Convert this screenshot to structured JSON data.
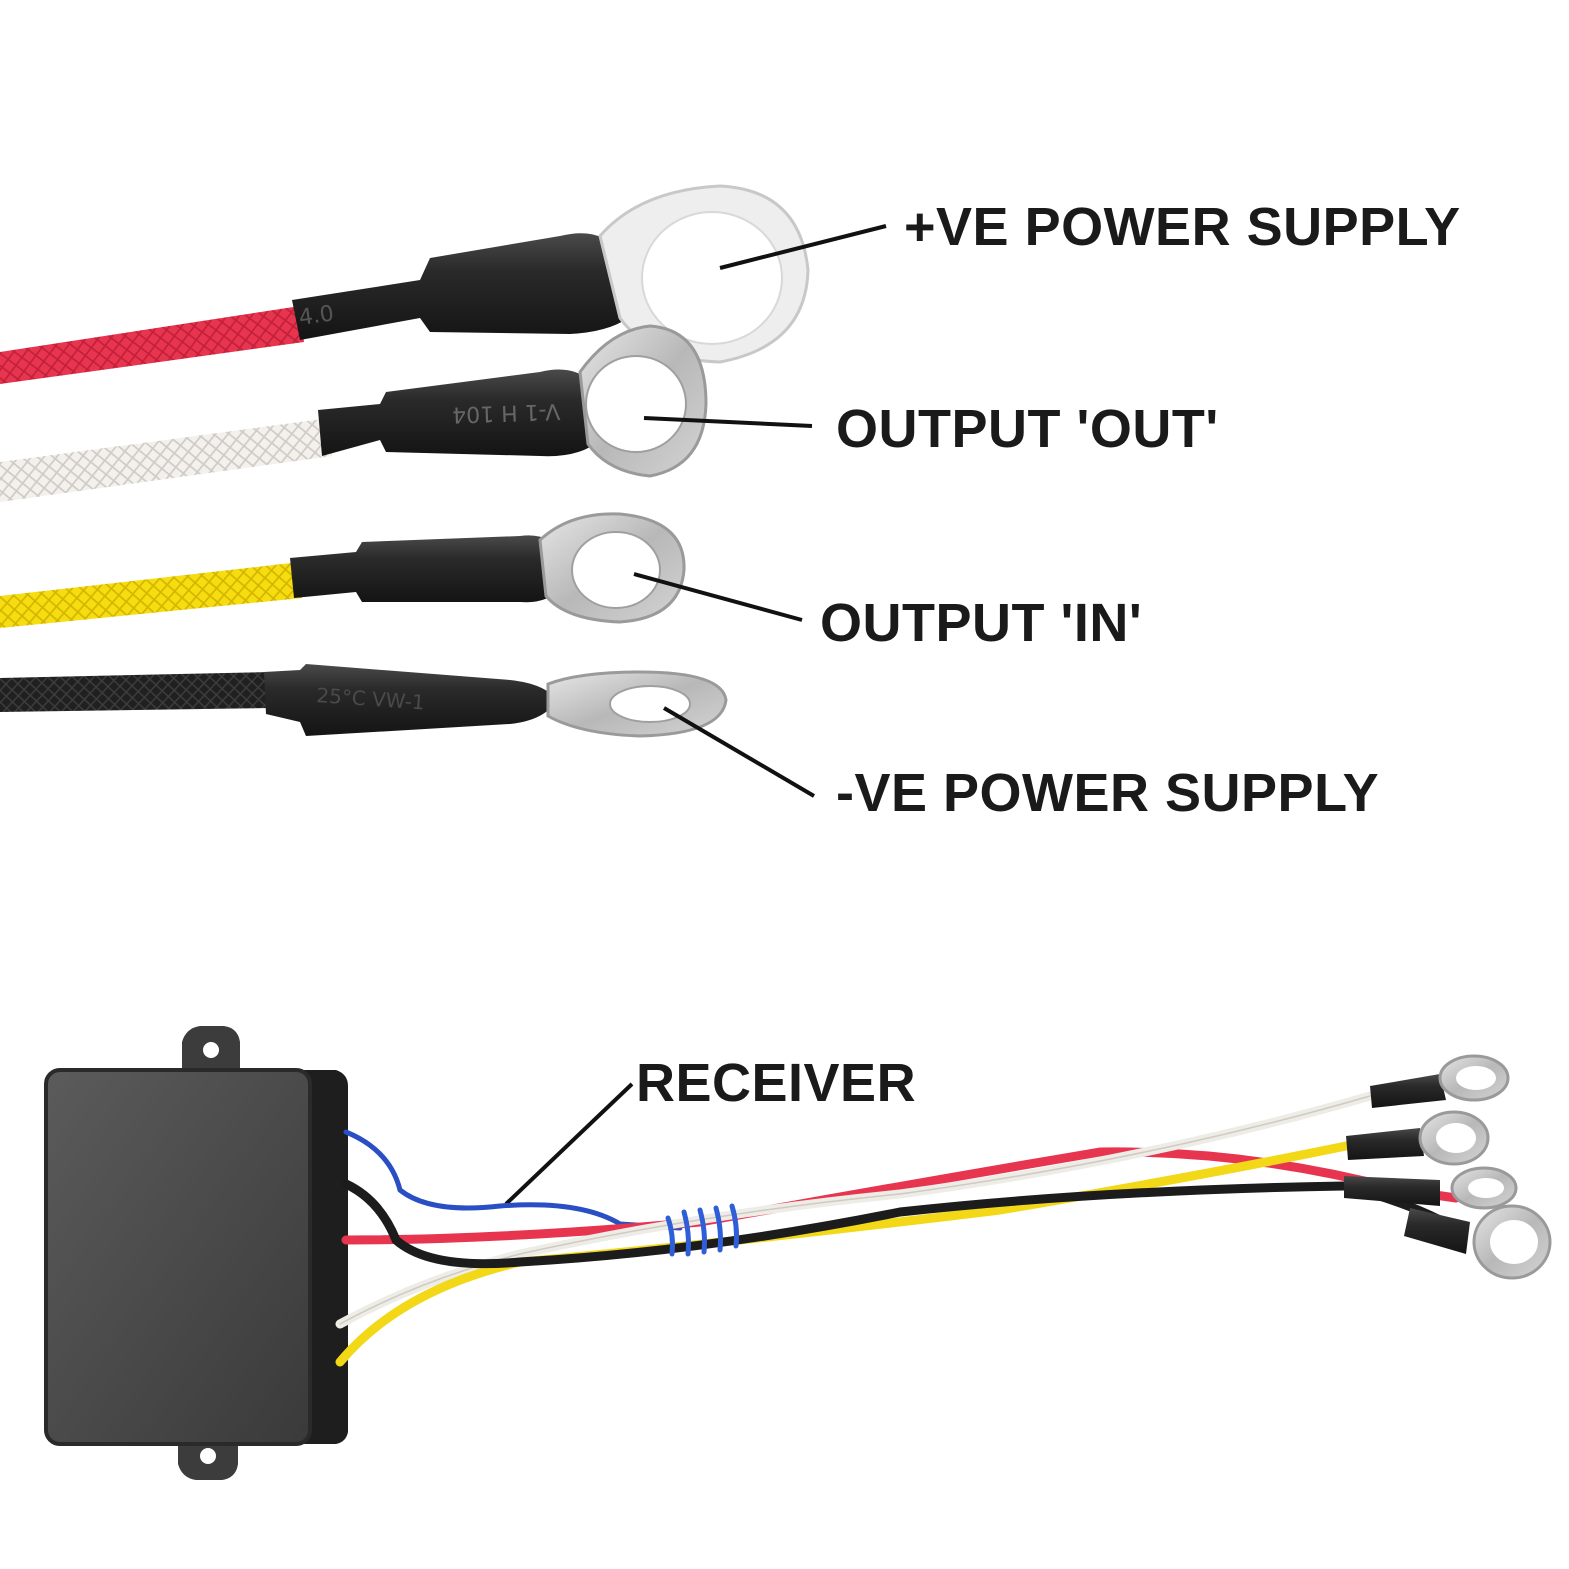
{
  "labels": {
    "positive_supply": "+VE POWER SUPPLY",
    "output_out": "OUTPUT 'OUT'",
    "output_in": "OUTPUT 'IN'",
    "negative_supply": "-VE POWER SUPPLY",
    "receiver": "RECEIVER"
  },
  "wire_sleeve_markings": {
    "red": "4.0",
    "white": "V-1 H 104",
    "black": "25°C VW-1"
  },
  "colors": {
    "red_wire": "#e8354f",
    "white_wire": "#f2f0ec",
    "yellow_wire": "#f2d816",
    "black_wire": "#1c1c1c",
    "blue_wire": "#2a4fc4",
    "heat_shrink": "#2b2b2b",
    "ring_terminal": "#c9c9c9",
    "receiver_body": "#4a4a4a",
    "leader_line": "#111111"
  },
  "icons": [
    "ring-terminal-icon",
    "receiver-box-icon"
  ]
}
